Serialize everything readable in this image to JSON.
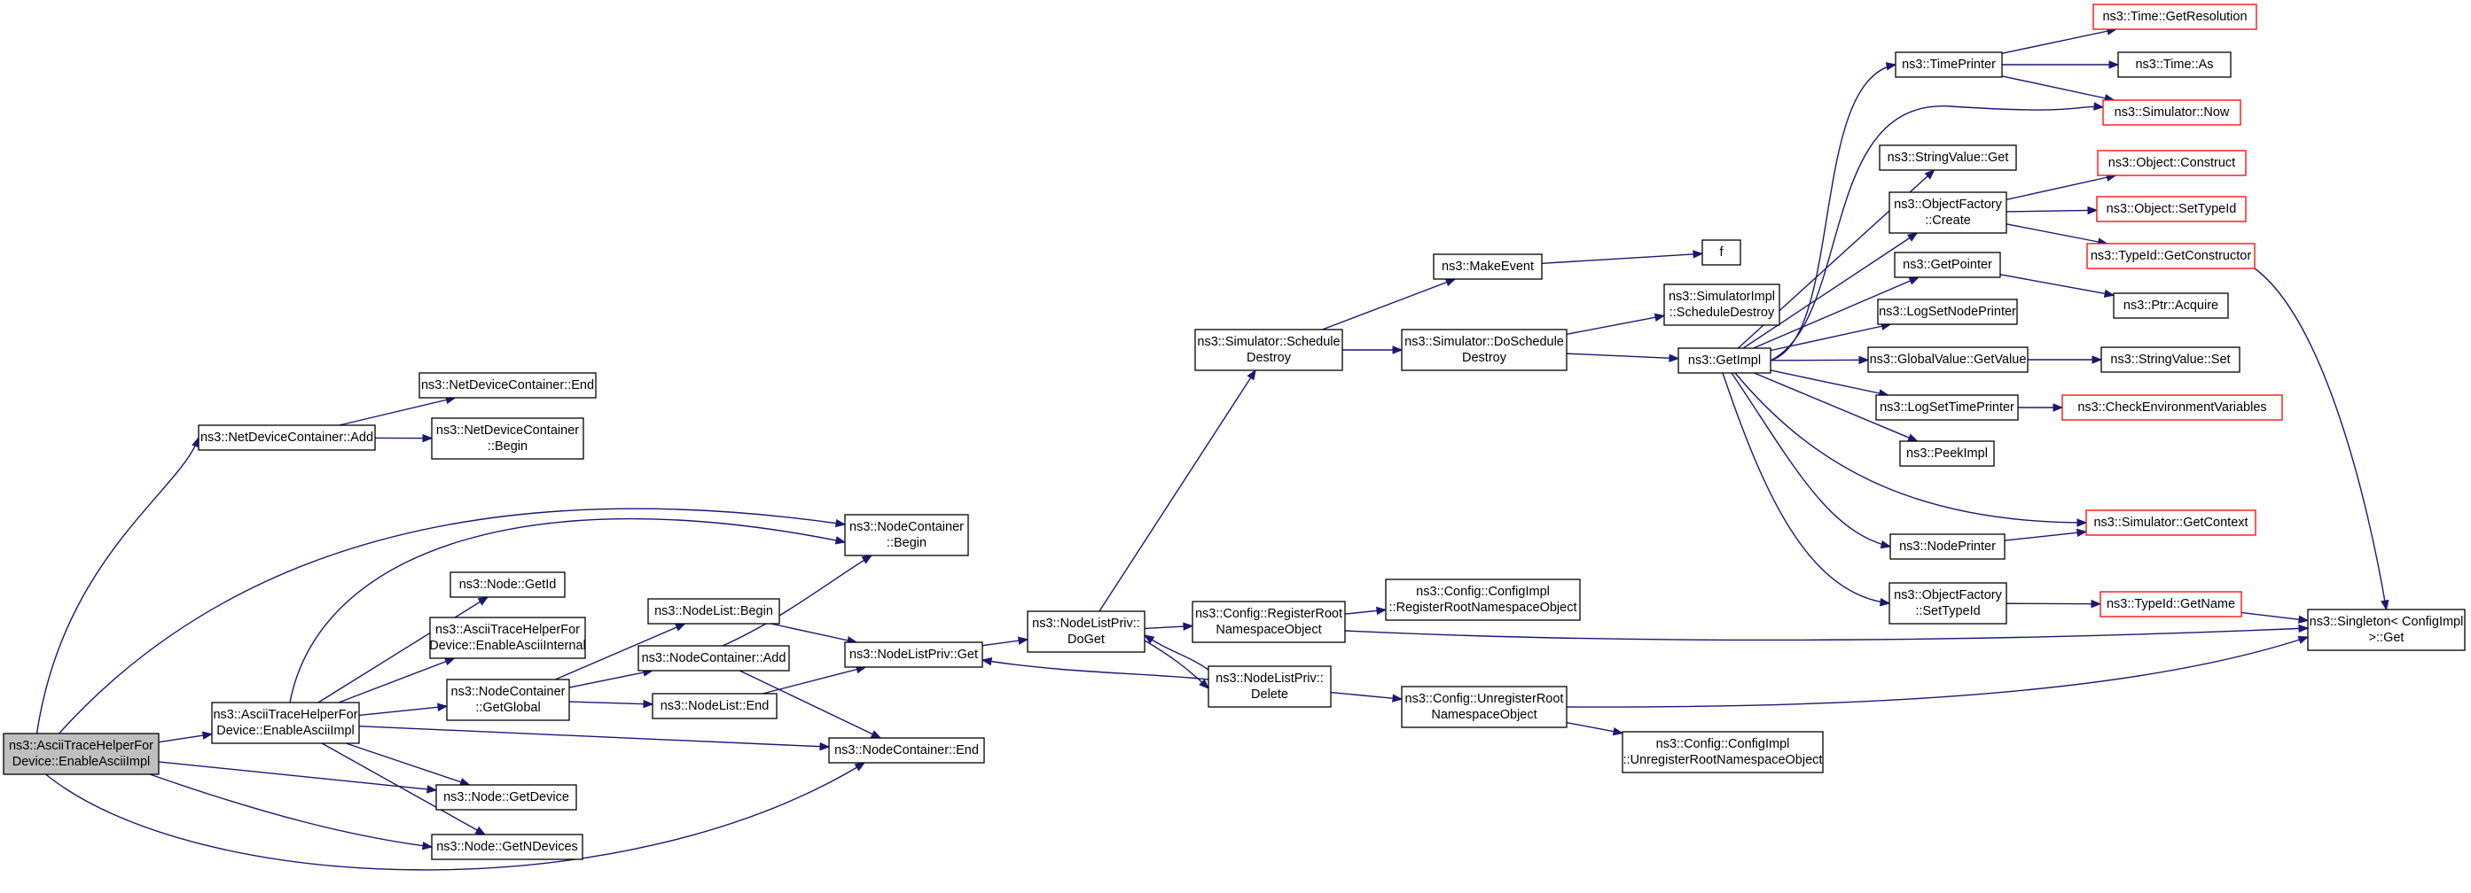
{
  "colors": {
    "edge": "#191970",
    "node_border": "#000000",
    "external_border": "#ff0000",
    "root_fill": "#bfbfbf"
  },
  "nodes": {
    "enableasciiimpl_root": {
      "lines": [
        "ns3::AsciiTraceHelperFor",
        "Device::EnableAsciiImpl"
      ],
      "kind": "root"
    },
    "ndc_add": {
      "lines": [
        "ns3::NetDeviceContainer::Add"
      ],
      "kind": "normal"
    },
    "ndc_end": {
      "lines": [
        "ns3::NetDeviceContainer::End"
      ],
      "kind": "normal"
    },
    "ndc_begin": {
      "lines": [
        "ns3::NetDeviceContainer",
        "::Begin"
      ],
      "kind": "normal"
    },
    "nc_begin": {
      "lines": [
        "ns3::NodeContainer",
        "::Begin"
      ],
      "kind": "normal"
    },
    "node_getid": {
      "lines": [
        "ns3::Node::GetId"
      ],
      "kind": "normal"
    },
    "enableasciiinternal": {
      "lines": [
        "ns3::AsciiTraceHelperFor",
        "Device::EnableAsciiInternal"
      ],
      "kind": "normal"
    },
    "enableasciiimpl2": {
      "lines": [
        "ns3::AsciiTraceHelperFor",
        "Device::EnableAsciiImpl"
      ],
      "kind": "normal"
    },
    "nc_getglobal": {
      "lines": [
        "ns3::NodeContainer",
        "::GetGlobal"
      ],
      "kind": "normal"
    },
    "nodelist_begin": {
      "lines": [
        "ns3::NodeList::Begin"
      ],
      "kind": "normal"
    },
    "nc_add": {
      "lines": [
        "ns3::NodeContainer::Add"
      ],
      "kind": "normal"
    },
    "nodelist_end": {
      "lines": [
        "ns3::NodeList::End"
      ],
      "kind": "normal"
    },
    "nodelistpriv_get": {
      "lines": [
        "ns3::NodeListPriv::Get"
      ],
      "kind": "normal"
    },
    "nc_end": {
      "lines": [
        "ns3::NodeContainer::End"
      ],
      "kind": "normal"
    },
    "node_getdevice": {
      "lines": [
        "ns3::Node::GetDevice"
      ],
      "kind": "normal"
    },
    "node_getndevices": {
      "lines": [
        "ns3::Node::GetNDevices"
      ],
      "kind": "normal"
    },
    "nodelistpriv_doget": {
      "lines": [
        "ns3::NodeListPriv::",
        "DoGet"
      ],
      "kind": "normal"
    },
    "config_registerroot": {
      "lines": [
        "ns3::Config::RegisterRoot",
        "NamespaceObject"
      ],
      "kind": "normal"
    },
    "nodelistpriv_delete": {
      "lines": [
        "ns3::NodeListPriv::",
        "Delete"
      ],
      "kind": "normal"
    },
    "configimpl_registerroot": {
      "lines": [
        "ns3::Config::ConfigImpl",
        "::RegisterRootNamespaceObject"
      ],
      "kind": "normal"
    },
    "config_unregisterroot": {
      "lines": [
        "ns3::Config::UnregisterRoot",
        "NamespaceObject"
      ],
      "kind": "normal"
    },
    "configimpl_unregisterroot": {
      "lines": [
        "ns3::Config::ConfigImpl",
        "::UnregisterRootNamespaceObject"
      ],
      "kind": "normal"
    },
    "sim_scheduledestroy": {
      "lines": [
        "ns3::Simulator::Schedule",
        "Destroy"
      ],
      "kind": "normal"
    },
    "makeevent": {
      "lines": [
        "ns3::MakeEvent"
      ],
      "kind": "normal"
    },
    "f": {
      "lines": [
        "f"
      ],
      "kind": "normal"
    },
    "sim_doscheduledestroy": {
      "lines": [
        "ns3::Simulator::DoSchedule",
        "Destroy"
      ],
      "kind": "normal"
    },
    "simimpl_scheduledestroy": {
      "lines": [
        "ns3::SimulatorImpl",
        "::ScheduleDestroy"
      ],
      "kind": "normal"
    },
    "getimpl": {
      "lines": [
        "ns3::GetImpl"
      ],
      "kind": "normal"
    },
    "timeprinter": {
      "lines": [
        "ns3::TimePrinter"
      ],
      "kind": "normal"
    },
    "time_getresolution": {
      "lines": [
        "ns3::Time::GetResolution"
      ],
      "kind": "external"
    },
    "time_as": {
      "lines": [
        "ns3::Time::As"
      ],
      "kind": "normal"
    },
    "sim_now": {
      "lines": [
        "ns3::Simulator::Now"
      ],
      "kind": "external"
    },
    "stringvalue_get": {
      "lines": [
        "ns3::StringValue::Get"
      ],
      "kind": "normal"
    },
    "objectfactory_create": {
      "lines": [
        "ns3::ObjectFactory",
        "::Create"
      ],
      "kind": "normal"
    },
    "object_construct": {
      "lines": [
        "ns3::Object::Construct"
      ],
      "kind": "external"
    },
    "object_settypeid": {
      "lines": [
        "ns3::Object::SetTypeId"
      ],
      "kind": "external"
    },
    "typeid_getconstructor": {
      "lines": [
        "ns3::TypeId::GetConstructor"
      ],
      "kind": "external"
    },
    "getpointer": {
      "lines": [
        "ns3::GetPointer"
      ],
      "kind": "normal"
    },
    "ptr_acquire": {
      "lines": [
        "ns3::Ptr::Acquire"
      ],
      "kind": "normal"
    },
    "logsetnodeprinter": {
      "lines": [
        "ns3::LogSetNodePrinter"
      ],
      "kind": "normal"
    },
    "globalvalue_getvalue": {
      "lines": [
        "ns3::GlobalValue::GetValue"
      ],
      "kind": "normal"
    },
    "stringvalue_set": {
      "lines": [
        "ns3::StringValue::Set"
      ],
      "kind": "normal"
    },
    "logsettimeprinter": {
      "lines": [
        "ns3::LogSetTimePrinter"
      ],
      "kind": "normal"
    },
    "checkenv": {
      "lines": [
        "ns3::CheckEnvironmentVariables"
      ],
      "kind": "external"
    },
    "peekimpl": {
      "lines": [
        "ns3::PeekImpl"
      ],
      "kind": "normal"
    },
    "sim_getcontext": {
      "lines": [
        "ns3::Simulator::GetContext"
      ],
      "kind": "external"
    },
    "nodeprinter": {
      "lines": [
        "ns3::NodePrinter"
      ],
      "kind": "normal"
    },
    "objectfactory_settypeid": {
      "lines": [
        "ns3::ObjectFactory",
        "::SetTypeId"
      ],
      "kind": "normal"
    },
    "typeid_getname": {
      "lines": [
        "ns3::TypeId::GetName"
      ],
      "kind": "external"
    },
    "singleton_get": {
      "lines": [
        "ns3::Singleton< ConfigImpl",
        " >::Get"
      ],
      "kind": "normal"
    }
  },
  "edges": [
    [
      "enableasciiimpl_root",
      "ndc_add"
    ],
    [
      "enableasciiimpl_root",
      "nc_begin"
    ],
    [
      "enableasciiimpl_root",
      "enableasciiimpl2"
    ],
    [
      "enableasciiimpl_root",
      "nc_end"
    ],
    [
      "enableasciiimpl_root",
      "node_getdevice"
    ],
    [
      "enableasciiimpl_root",
      "node_getndevices"
    ],
    [
      "ndc_add",
      "ndc_end"
    ],
    [
      "ndc_add",
      "ndc_begin"
    ],
    [
      "enableasciiimpl2",
      "nc_begin"
    ],
    [
      "enableasciiimpl2",
      "node_getid"
    ],
    [
      "enableasciiimpl2",
      "enableasciiinternal"
    ],
    [
      "enableasciiimpl2",
      "nc_getglobal"
    ],
    [
      "enableasciiimpl2",
      "nc_end"
    ],
    [
      "enableasciiimpl2",
      "node_getdevice"
    ],
    [
      "enableasciiimpl2",
      "node_getndevices"
    ],
    [
      "nc_getglobal",
      "nodelist_begin"
    ],
    [
      "nc_getglobal",
      "nc_add"
    ],
    [
      "nc_getglobal",
      "nodelist_end"
    ],
    [
      "nc_add",
      "nc_begin"
    ],
    [
      "nc_add",
      "nc_end"
    ],
    [
      "nodelist_begin",
      "nodelistpriv_get"
    ],
    [
      "nodelist_end",
      "nodelistpriv_get"
    ],
    [
      "nodelistpriv_get",
      "nodelistpriv_doget"
    ],
    [
      "nodelistpriv_doget",
      "sim_scheduledestroy"
    ],
    [
      "nodelistpriv_doget",
      "config_registerroot"
    ],
    [
      "nodelistpriv_doget",
      "nodelistpriv_delete"
    ],
    [
      "nodelistpriv_delete",
      "nodelistpriv_doget"
    ],
    [
      "nodelistpriv_delete",
      "nodelistpriv_get"
    ],
    [
      "nodelistpriv_delete",
      "config_unregisterroot"
    ],
    [
      "config_registerroot",
      "configimpl_registerroot"
    ],
    [
      "config_registerroot",
      "singleton_get"
    ],
    [
      "config_unregisterroot",
      "configimpl_unregisterroot"
    ],
    [
      "config_unregisterroot",
      "singleton_get"
    ],
    [
      "sim_scheduledestroy",
      "makeevent"
    ],
    [
      "sim_scheduledestroy",
      "sim_doscheduledestroy"
    ],
    [
      "makeevent",
      "f"
    ],
    [
      "sim_doscheduledestroy",
      "simimpl_scheduledestroy"
    ],
    [
      "sim_doscheduledestroy",
      "getimpl"
    ],
    [
      "getimpl",
      "timeprinter"
    ],
    [
      "getimpl",
      "sim_now"
    ],
    [
      "getimpl",
      "stringvalue_get"
    ],
    [
      "getimpl",
      "objectfactory_create"
    ],
    [
      "getimpl",
      "getpointer"
    ],
    [
      "getimpl",
      "logsetnodeprinter"
    ],
    [
      "getimpl",
      "globalvalue_getvalue"
    ],
    [
      "getimpl",
      "logsettimeprinter"
    ],
    [
      "getimpl",
      "peekimpl"
    ],
    [
      "getimpl",
      "sim_getcontext"
    ],
    [
      "getimpl",
      "nodeprinter"
    ],
    [
      "getimpl",
      "objectfactory_settypeid"
    ],
    [
      "timeprinter",
      "time_getresolution"
    ],
    [
      "timeprinter",
      "time_as"
    ],
    [
      "timeprinter",
      "sim_now"
    ],
    [
      "objectfactory_create",
      "object_construct"
    ],
    [
      "objectfactory_create",
      "object_settypeid"
    ],
    [
      "objectfactory_create",
      "typeid_getconstructor"
    ],
    [
      "getpointer",
      "ptr_acquire"
    ],
    [
      "globalvalue_getvalue",
      "stringvalue_set"
    ],
    [
      "logsettimeprinter",
      "checkenv"
    ],
    [
      "nodeprinter",
      "sim_getcontext"
    ],
    [
      "objectfactory_settypeid",
      "typeid_getname"
    ],
    [
      "typeid_getconstructor",
      "singleton_get"
    ],
    [
      "typeid_getname",
      "singleton_get"
    ]
  ]
}
